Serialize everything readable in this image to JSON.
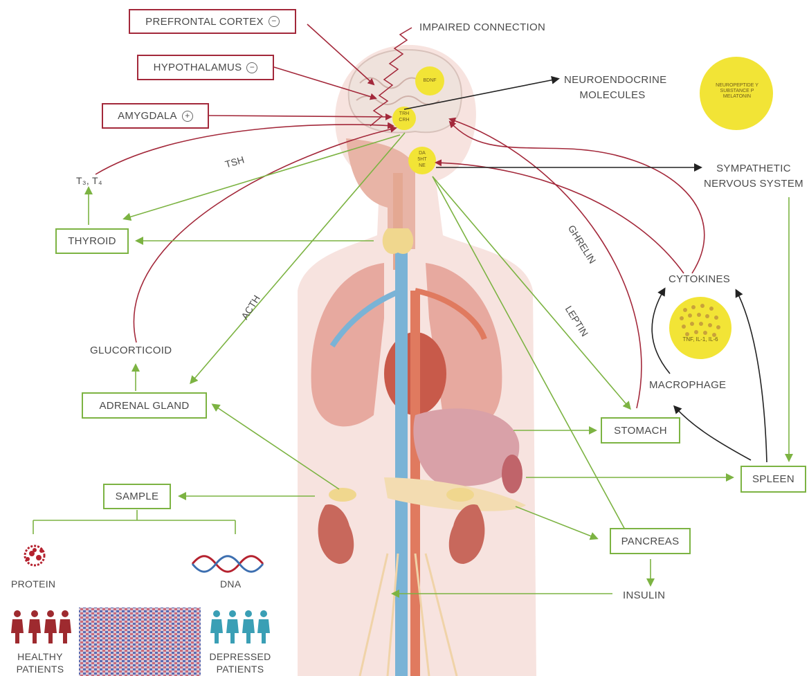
{
  "regions": {
    "prefrontal_cortex": {
      "label": "PREFRONTAL CORTEX",
      "effect": "−"
    },
    "hypothalamus": {
      "label": "HYPOTHALAMUS",
      "effect": "−"
    },
    "amygdala": {
      "label": "AMYGDALA",
      "effect": "+"
    }
  },
  "impaired_connection": "IMPAIRED CONNECTION",
  "brain_molecules": {
    "bdnf": "BDNF",
    "trh_1": "TRH",
    "trh_2": "CRH",
    "da_1": "DA",
    "da_2": "5HT",
    "da_3": "NE"
  },
  "neuroendocrine": {
    "line1": "NEUROENDOCRINE",
    "line2": "MOLECULES",
    "circle_1": "NEUROPEPTIDE Y",
    "circle_2": "SUBSTANCE P",
    "circle_3": "MELATONIN"
  },
  "sympathetic": {
    "line1": "SYMPATHETIC",
    "line2": "NERVOUS SYSTEM"
  },
  "hormones": {
    "tsh": "TSH",
    "t3t4": "T₃, T₄",
    "acth": "ACTH",
    "ghrelin": "GHRELIN",
    "leptin": "LEPTIN",
    "glucorticoid": "GLUCORTICOID",
    "insulin": "INSULIN"
  },
  "organs": {
    "thyroid": "THYROID",
    "adrenal": "ADRENAL GLAND",
    "stomach": "STOMACH",
    "spleen": "SPLEEN",
    "pancreas": "PANCREAS",
    "sample": "SAMPLE"
  },
  "immune": {
    "cytokines": "CYTOKINES",
    "macrophage": "MACROPHAGE",
    "cytokine_circle": "TNF, IL-1, IL-6"
  },
  "sample_types": {
    "protein": "PROTEIN",
    "dna": "DNA"
  },
  "groups": {
    "healthy_1": "HEALTHY",
    "healthy_2": "PATIENTS",
    "depressed_1": "DEPRESSED",
    "depressed_2": "PATIENTS"
  },
  "colors": {
    "inhibit_red": "#a3283a",
    "signal_green": "#7cb342",
    "neural_black": "#222222",
    "molecule_yellow": "#f2e436",
    "healthy_figure": "#9e2a2f",
    "depressed_figure": "#3a9fb5",
    "body_skin": "#f5dcd7"
  }
}
